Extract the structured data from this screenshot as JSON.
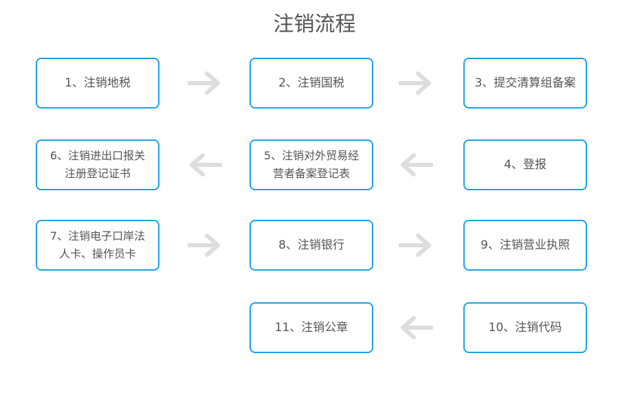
{
  "title": "注销流程",
  "colors": {
    "border": "#1aa1e6",
    "text": "#555555",
    "arrow": "#dddddd"
  },
  "steps": [
    {
      "label": "1、注销地税"
    },
    {
      "label": "2、注销国税"
    },
    {
      "label": "3、提交清算组备案"
    },
    {
      "label": "4、登报"
    },
    {
      "label": "5、注销对外贸易经\n营者备案登记表"
    },
    {
      "label": "6、注销进出口报关\n注册登记证书"
    },
    {
      "label": "7、注销电子口岸法\n人卡、操作员卡"
    },
    {
      "label": "8、注销银行"
    },
    {
      "label": "9、注销营业执照"
    },
    {
      "label": "10、注销代码"
    },
    {
      "label": "11、注销公章"
    }
  ],
  "arrows": [
    {
      "from": 1,
      "to": 2,
      "direction": "right"
    },
    {
      "from": 2,
      "to": 3,
      "direction": "right"
    },
    {
      "from": 4,
      "to": 5,
      "direction": "left"
    },
    {
      "from": 5,
      "to": 6,
      "direction": "left"
    },
    {
      "from": 7,
      "to": 8,
      "direction": "right"
    },
    {
      "from": 8,
      "to": 9,
      "direction": "right"
    },
    {
      "from": 10,
      "to": 11,
      "direction": "left"
    }
  ]
}
